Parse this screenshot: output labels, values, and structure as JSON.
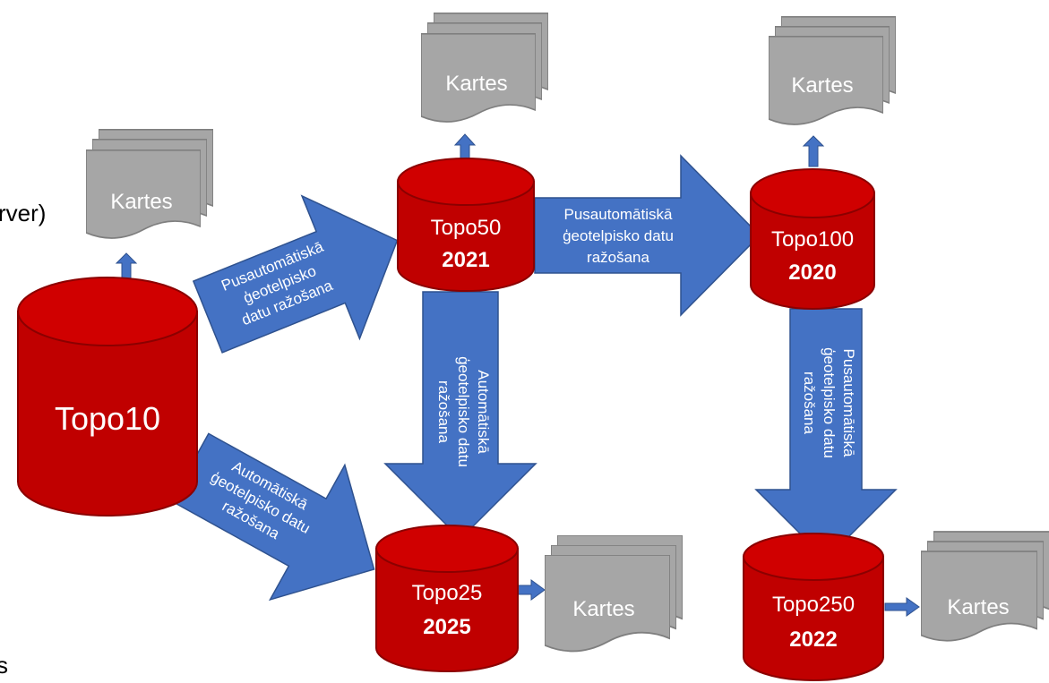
{
  "cut_text": {
    "right_paren": "rver)",
    "bottom": "s"
  },
  "databases": {
    "topo10": {
      "name": "Topo10"
    },
    "topo50": {
      "name": "Topo50",
      "year": "2021"
    },
    "topo100": {
      "name": "Topo100",
      "year": "2020"
    },
    "topo25": {
      "name": "Topo25",
      "year": "2025"
    },
    "topo250": {
      "name": "Topo250",
      "year": "2022"
    }
  },
  "maps": {
    "label": "Kartes"
  },
  "arrows": {
    "topo10_to_topo50": [
      "Pusautomātiskā",
      "ģeotelpisko",
      "datu ražošana"
    ],
    "topo10_to_topo25": [
      "Automātiskā",
      "ģeotelpisko datu",
      "ražošana"
    ],
    "topo50_to_topo100": [
      "Pusautomātiskā",
      "ģeotelpisko datu",
      "ražošana"
    ],
    "topo50_to_topo25": [
      "Automātiskā",
      "ģeotelpisko datu",
      "ražošana"
    ],
    "topo100_to_topo250": [
      "Pusautomātiskā",
      "ģeotelpisko datu",
      "ražošana"
    ]
  },
  "colors": {
    "database_fill": "#C00000",
    "database_top": "#D00000",
    "database_stroke": "#8B0000",
    "arrow_fill": "#4472C4",
    "arrow_stroke": "#2F528F",
    "doc_fill": "#A6A6A6",
    "doc_stroke": "#7F7F7F"
  }
}
